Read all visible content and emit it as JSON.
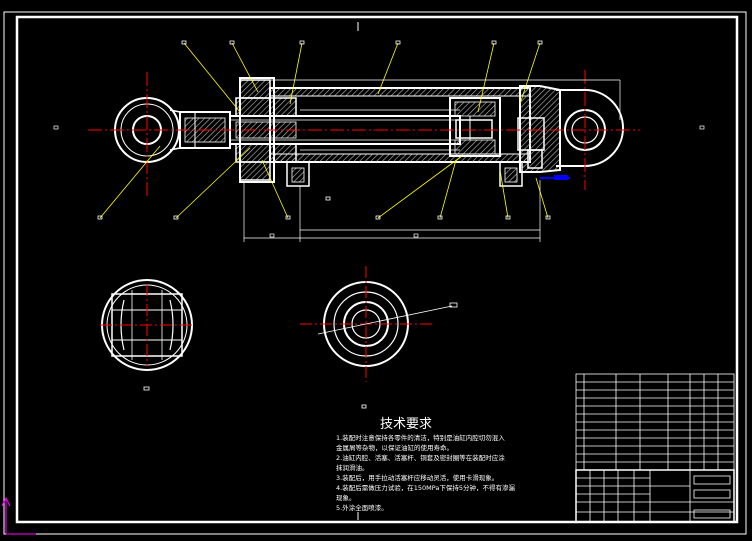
{
  "tech_requirements": {
    "title": "技术要求",
    "notes": [
      "1.装配时注意保持各零件的清洁，特别是油缸内腔切勿混入",
      "金属屑等杂物，以保证油缸的使用寿命。",
      "2.油缸内腔、活塞、活塞杆、铜套及密封圈等在装配时应涂",
      "抹润滑油。",
      "3.装配后，用手拉动活塞杆应移动灵活，使用卡滑现象。",
      "4.装配后需做压力试验，在150MPa下保持5分钟，不得有渗漏",
      "现象。",
      "5.外涂全面喷漆。"
    ]
  },
  "colors": {
    "background": "#000000",
    "outline": "#ffffff",
    "centerline": "#ff0000",
    "leader": "#ffff00",
    "section_fill": "#a0a0a0",
    "accent": "#0000ff",
    "ucs": "#ff00ff"
  }
}
